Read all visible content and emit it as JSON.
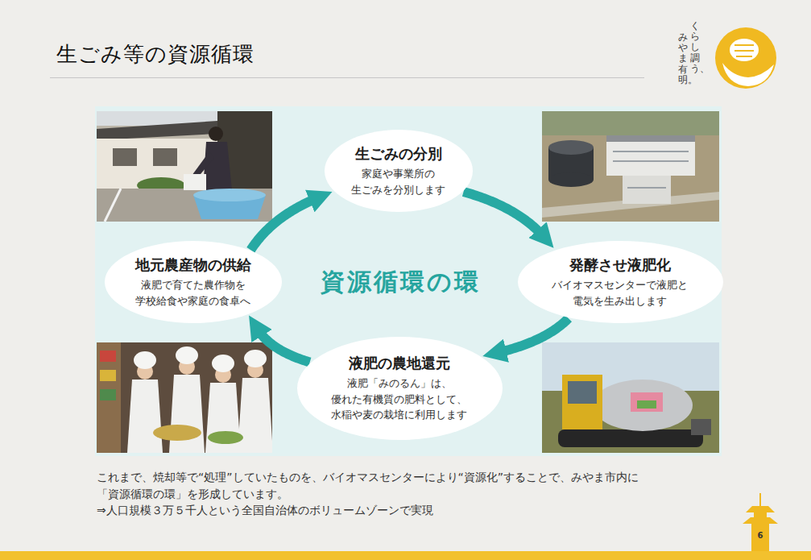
{
  "diagram": {
    "title": "生ごみ等の資源循環",
    "caption": "これまで、焼却等で“処理”していたものを、バイオマスセンターにより“資源化”することで、みやま市内に 「資源循環の環」を形成しています。",
    "nodes": [
      {
        "text": [
          "生ごみの分別",
          "家庭や事業所の 生ごみを分別します"
        ]
      },
      {
        "text": [
          "発酵させ液肥化",
          "バイオマスセンターで液肥と 電気を生み出します"
        ]
      },
      {
        "text": [
          "液肥の農地還元",
          "液肥「みのるん」は、 優れた有機質の肥料として、 水稲や麦の栽培に利用します"
        ]
      },
      {
        "text": [
          "地元農産物の供給",
          "液肥で育てた農作物を 学校給食や家庭の食卓へ"
        ]
      }
    ],
    "edges": [
      {
        "from": 0,
        "to": 1,
        "arrow": "to"
      },
      {
        "from": 1,
        "to": 2,
        "arrow": "to"
      },
      {
        "from": 2,
        "to": 3,
        "arrow": "to"
      },
      {
        "from": 3,
        "to": 0,
        "arrow": "to"
      }
    ],
    "labels": [
      "くらし調う、",
      "みやま有明。",
      "資源循環の環",
      "⇒人口規模３万５千人という全国自治体のボリュームゾーンで実現",
      "6"
    ]
  }
}
